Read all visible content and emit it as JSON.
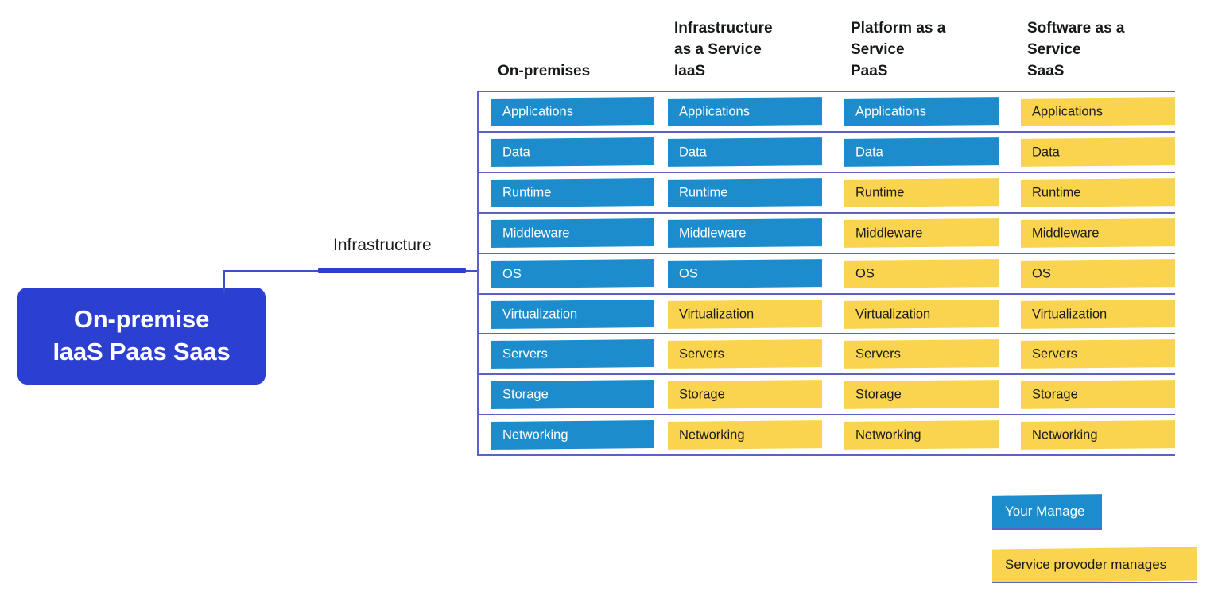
{
  "root": {
    "label": "On-premise\nIaaS Paas Saas",
    "color": "#2B3FD1"
  },
  "branch": {
    "label": "Infrastructure",
    "line_color": "#3B50C9"
  },
  "matrix": {
    "columns": [
      {
        "id": "on-premises",
        "header": "On-premises"
      },
      {
        "id": "iaas",
        "header": "Infrastructure\nas a Service\nIaaS"
      },
      {
        "id": "paas",
        "header": "Platform as a\nService\nPaaS"
      },
      {
        "id": "saas",
        "header": "Software as a\nService\nSaaS"
      }
    ],
    "rows": [
      "Applications",
      "Data",
      "Runtime",
      "Middleware",
      "OS",
      "Virtualization",
      "Servers",
      "Storage",
      "Networking"
    ],
    "cells": {
      "on-premises": [
        {
          "label": "Applications",
          "owner": "you"
        },
        {
          "label": "Data",
          "owner": "you"
        },
        {
          "label": "Runtime",
          "owner": "you"
        },
        {
          "label": "Middleware",
          "owner": "you"
        },
        {
          "label": "OS",
          "owner": "you"
        },
        {
          "label": "Virtualization",
          "owner": "you"
        },
        {
          "label": "Servers",
          "owner": "you"
        },
        {
          "label": "Storage",
          "owner": "you"
        },
        {
          "label": "Networking",
          "owner": "you"
        }
      ],
      "iaas": [
        {
          "label": "Applications",
          "owner": "you"
        },
        {
          "label": "Data",
          "owner": "you"
        },
        {
          "label": "Runtime",
          "owner": "you"
        },
        {
          "label": "Middleware",
          "owner": "you"
        },
        {
          "label": "OS",
          "owner": "you"
        },
        {
          "label": "Virtualization",
          "owner": "provider"
        },
        {
          "label": "Servers",
          "owner": "provider"
        },
        {
          "label": "Storage",
          "owner": "provider"
        },
        {
          "label": "Networking",
          "owner": "provider"
        }
      ],
      "paas": [
        {
          "label": "Applications",
          "owner": "you"
        },
        {
          "label": "Data",
          "owner": "you"
        },
        {
          "label": "Runtime",
          "owner": "provider"
        },
        {
          "label": "Middleware",
          "owner": "provider"
        },
        {
          "label": "OS",
          "owner": "provider"
        },
        {
          "label": "Virtualization",
          "owner": "provider"
        },
        {
          "label": "Servers",
          "owner": "provider"
        },
        {
          "label": "Storage",
          "owner": "provider"
        },
        {
          "label": "Networking",
          "owner": "provider"
        }
      ],
      "saas": [
        {
          "label": "Applications",
          "owner": "provider"
        },
        {
          "label": "Data",
          "owner": "provider"
        },
        {
          "label": "Runtime",
          "owner": "provider"
        },
        {
          "label": "Middleware",
          "owner": "provider"
        },
        {
          "label": "OS",
          "owner": "provider"
        },
        {
          "label": "Virtualization",
          "owner": "provider"
        },
        {
          "label": "Servers",
          "owner": "provider"
        },
        {
          "label": "Storage",
          "owner": "provider"
        },
        {
          "label": "Networking",
          "owner": "provider"
        }
      ]
    },
    "grid_line_color": "#5B62C4"
  },
  "legend": [
    {
      "id": "you",
      "label": "Your Manage",
      "color": "#1D8CCC"
    },
    {
      "id": "provider",
      "label": "Service provoder manages",
      "color": "#FAD44F"
    }
  ],
  "colors": {
    "you": "#1D8CCC",
    "provider": "#FAD44F",
    "root": "#2B3FD1",
    "connector": "#3B50C9",
    "grid": "#5B62C4"
  }
}
